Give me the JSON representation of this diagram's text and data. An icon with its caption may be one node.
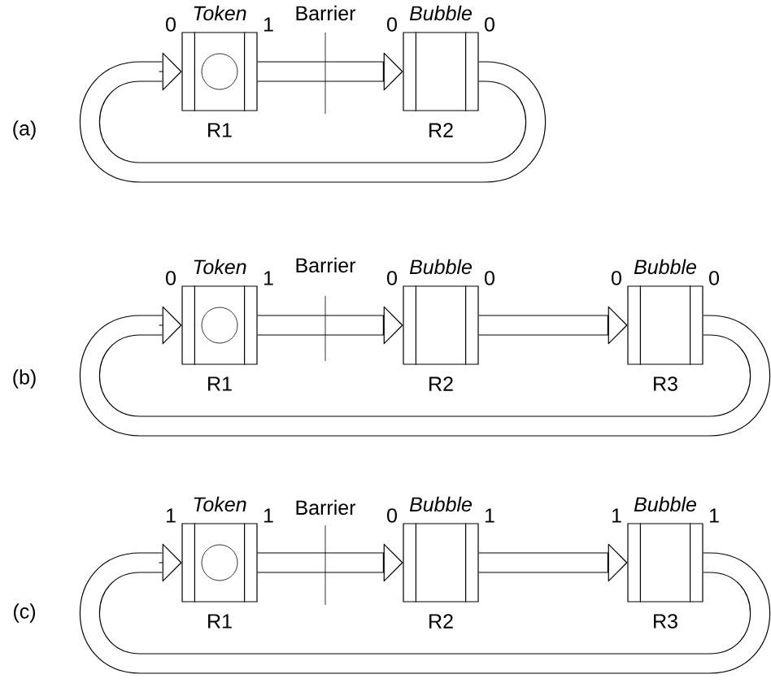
{
  "diagram": {
    "nodes": [
      {
        "text": [
          "Token",
          "R1"
        ],
        "beside": [
          "0",
          "1"
        ]
      },
      {
        "text": [],
        "shape": "circle",
        "in": 0
      },
      {
        "text": [
          "Bubble",
          "R2"
        ],
        "beside": [
          "0",
          "0"
        ]
      },
      {
        "text": [
          "Token",
          "R1"
        ],
        "beside": [
          "0",
          "1"
        ]
      },
      {
        "text": [],
        "shape": "circle",
        "in": 3
      },
      {
        "text": [
          "Bubble",
          "R2"
        ],
        "beside": [
          "0",
          "0"
        ]
      },
      {
        "text": [
          "Bubble",
          "R3"
        ],
        "beside": [
          "0",
          "0"
        ]
      },
      {
        "text": [
          "Token",
          "R1"
        ],
        "beside": [
          "1",
          "1"
        ]
      },
      {
        "text": [],
        "shape": "circle",
        "in": 7
      },
      {
        "text": [
          "Bubble",
          "R2"
        ],
        "beside": [
          "0",
          "1"
        ]
      },
      {
        "text": [
          "Bubble",
          "R3"
        ],
        "beside": [
          "1",
          "1"
        ]
      }
    ],
    "edges": [
      {
        "from": 0,
        "to": 2,
        "arrow": "to"
      },
      {
        "from": 2,
        "to": 0,
        "arrow": "to"
      },
      {
        "from": 3,
        "to": 5,
        "arrow": "to"
      },
      {
        "from": 5,
        "to": 6,
        "arrow": "to"
      },
      {
        "from": 6,
        "to": 3,
        "arrow": "to"
      },
      {
        "from": 7,
        "to": 9,
        "arrow": "to"
      },
      {
        "from": 9,
        "to": 10,
        "arrow": "to"
      },
      {
        "from": 10,
        "to": 7,
        "arrow": "to"
      }
    ],
    "labels": [
      "Barrier",
      "(a)",
      "Barrier",
      "(b)",
      "Barrier",
      "(c)"
    ]
  }
}
